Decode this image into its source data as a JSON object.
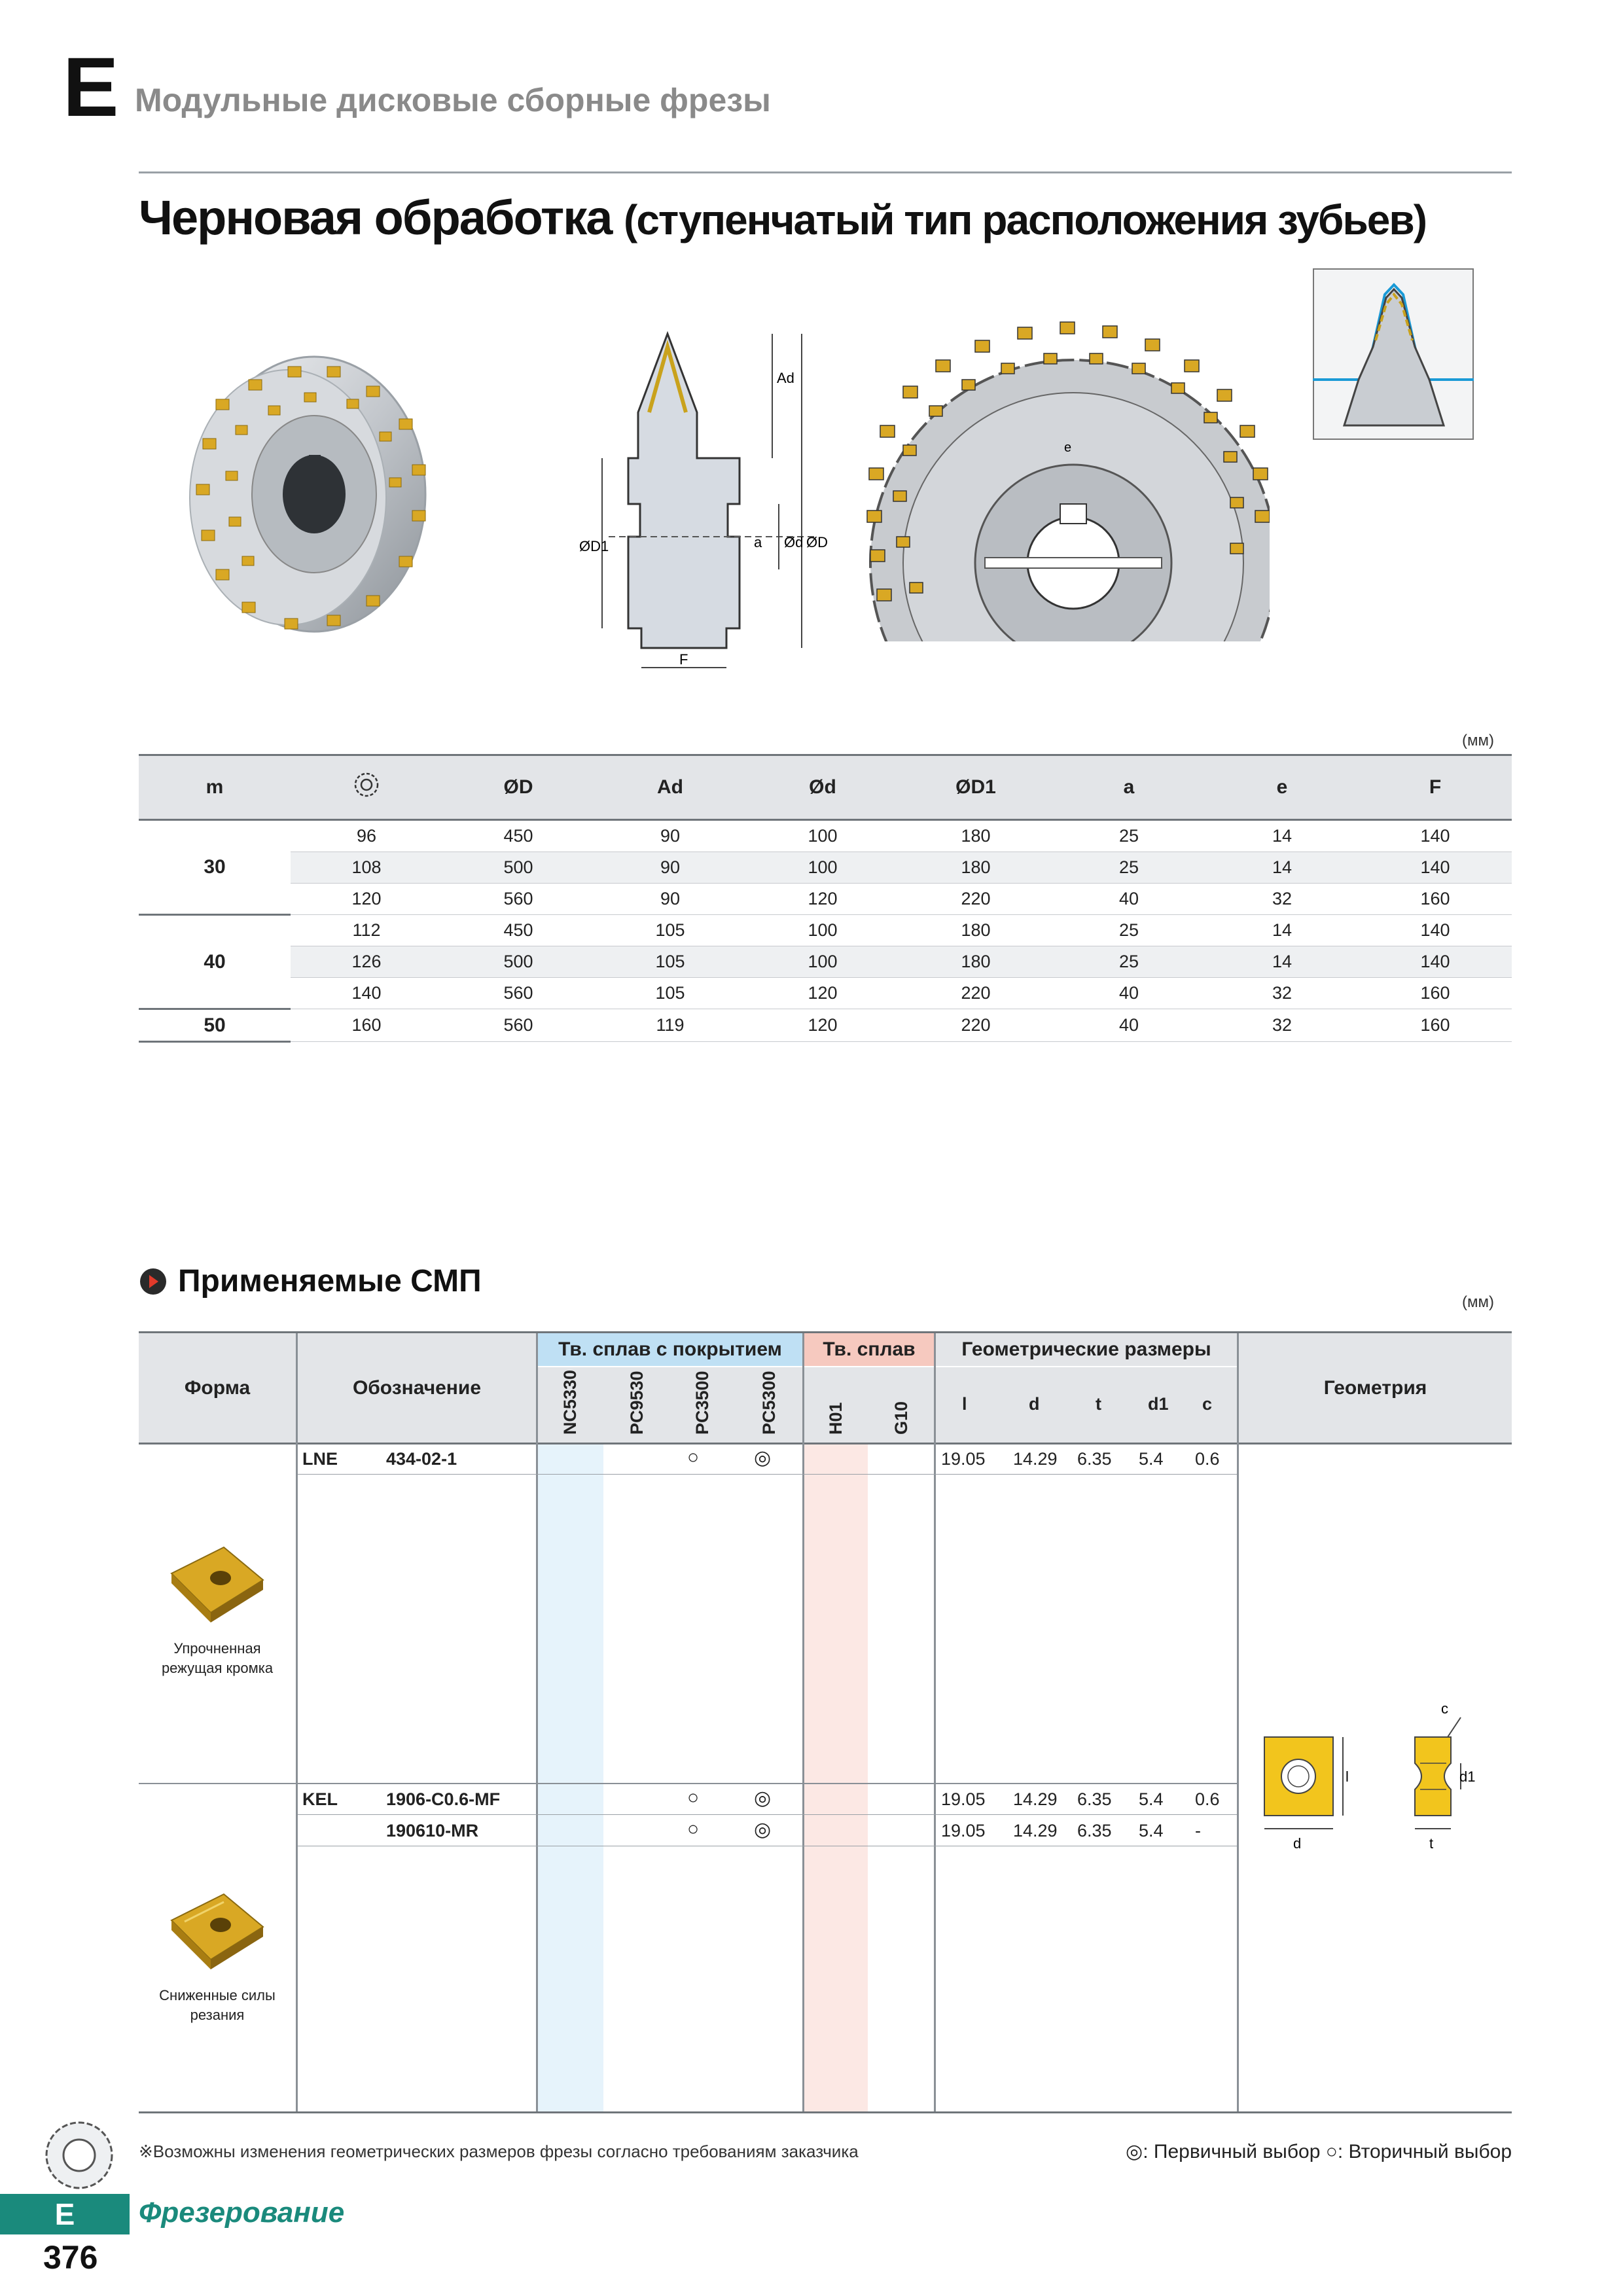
{
  "header": {
    "section_letter": "E",
    "section_title": "Модульные дисковые сборные фрезы",
    "main_title": "Черновая обработка",
    "main_subtitle": "(ступенчатый тип расположения зубьев)"
  },
  "diagram_labels": {
    "ad": "Ad",
    "d1": "ØD1",
    "a": "a",
    "d_small": "Ød",
    "d_big": "ØD",
    "f": "F",
    "e": "e"
  },
  "cutter_table": {
    "unit": "(мм)",
    "headers": [
      "m",
      "",
      "ØD",
      "Ad",
      "Ød",
      "ØD1",
      "a",
      "e",
      "F"
    ],
    "teeth_icon": "teeth-count-icon",
    "groups": [
      {
        "m": "30",
        "rows": [
          [
            "96",
            "450",
            "90",
            "100",
            "180",
            "25",
            "14",
            "140"
          ],
          [
            "108",
            "500",
            "90",
            "100",
            "180",
            "25",
            "14",
            "140"
          ],
          [
            "120",
            "560",
            "90",
            "120",
            "220",
            "40",
            "32",
            "160"
          ]
        ]
      },
      {
        "m": "40",
        "rows": [
          [
            "112",
            "450",
            "105",
            "100",
            "180",
            "25",
            "14",
            "140"
          ],
          [
            "126",
            "500",
            "105",
            "100",
            "180",
            "25",
            "14",
            "140"
          ],
          [
            "140",
            "560",
            "105",
            "120",
            "220",
            "40",
            "32",
            "160"
          ]
        ]
      },
      {
        "m": "50",
        "rows": [
          [
            "160",
            "560",
            "119",
            "120",
            "220",
            "40",
            "32",
            "160"
          ]
        ]
      }
    ]
  },
  "inserts": {
    "title": "Применяемые СМП",
    "unit": "(мм)",
    "headers": {
      "form": "Форма",
      "designation": "Обозначение",
      "coated": "Тв. сплав с покрытием",
      "carbide": "Тв. сплав",
      "geometric": "Геометрические размеры",
      "geometry": "Геометрия",
      "grades_coated": [
        "NC5330",
        "PC9530",
        "PC3500",
        "PC5300"
      ],
      "grades_carbide": [
        "H01",
        "G10"
      ],
      "dims": [
        "l",
        "d",
        "t",
        "d1",
        "c"
      ]
    },
    "rows": [
      {
        "series": "LNE",
        "code": "434-02-1",
        "pc3500": "○",
        "pc5300": "◎",
        "dims": [
          "19.05",
          "14.29",
          "6.35",
          "5.4",
          "0.6"
        ]
      },
      {
        "series": "KEL",
        "code": "1906-C0.6-MF",
        "pc3500": "○",
        "pc5300": "◎",
        "dims": [
          "19.05",
          "14.29",
          "6.35",
          "5.4",
          "0.6"
        ]
      },
      {
        "series": "",
        "code": "190610-MR",
        "pc3500": "○",
        "pc5300": "◎",
        "dims": [
          "19.05",
          "14.29",
          "6.35",
          "5.4",
          "-"
        ]
      }
    ],
    "form_captions": {
      "lne": "Упрочненная режущая кромка",
      "kel": "Сниженные силы резания"
    },
    "geometry_labels": {
      "c": "c",
      "l": "l",
      "d1": "d1",
      "d": "d",
      "t": "t"
    }
  },
  "footnote": "※Возможны изменения геометрических размеров фрезы согласно требованиям заказчика",
  "legend": "◎: Первичный выбор  ○: Вторичный выбор",
  "footer": {
    "letter": "E",
    "label": "Фрезерование",
    "page": "376"
  },
  "colors": {
    "teal": "#1a8a7c",
    "coated_tint": "#e6f3fb",
    "carbide_tint": "#fce8e4",
    "coated_hdr": "#bfe0f4",
    "carbide_hdr": "#f6c9bf",
    "gold": "#d9a824"
  }
}
